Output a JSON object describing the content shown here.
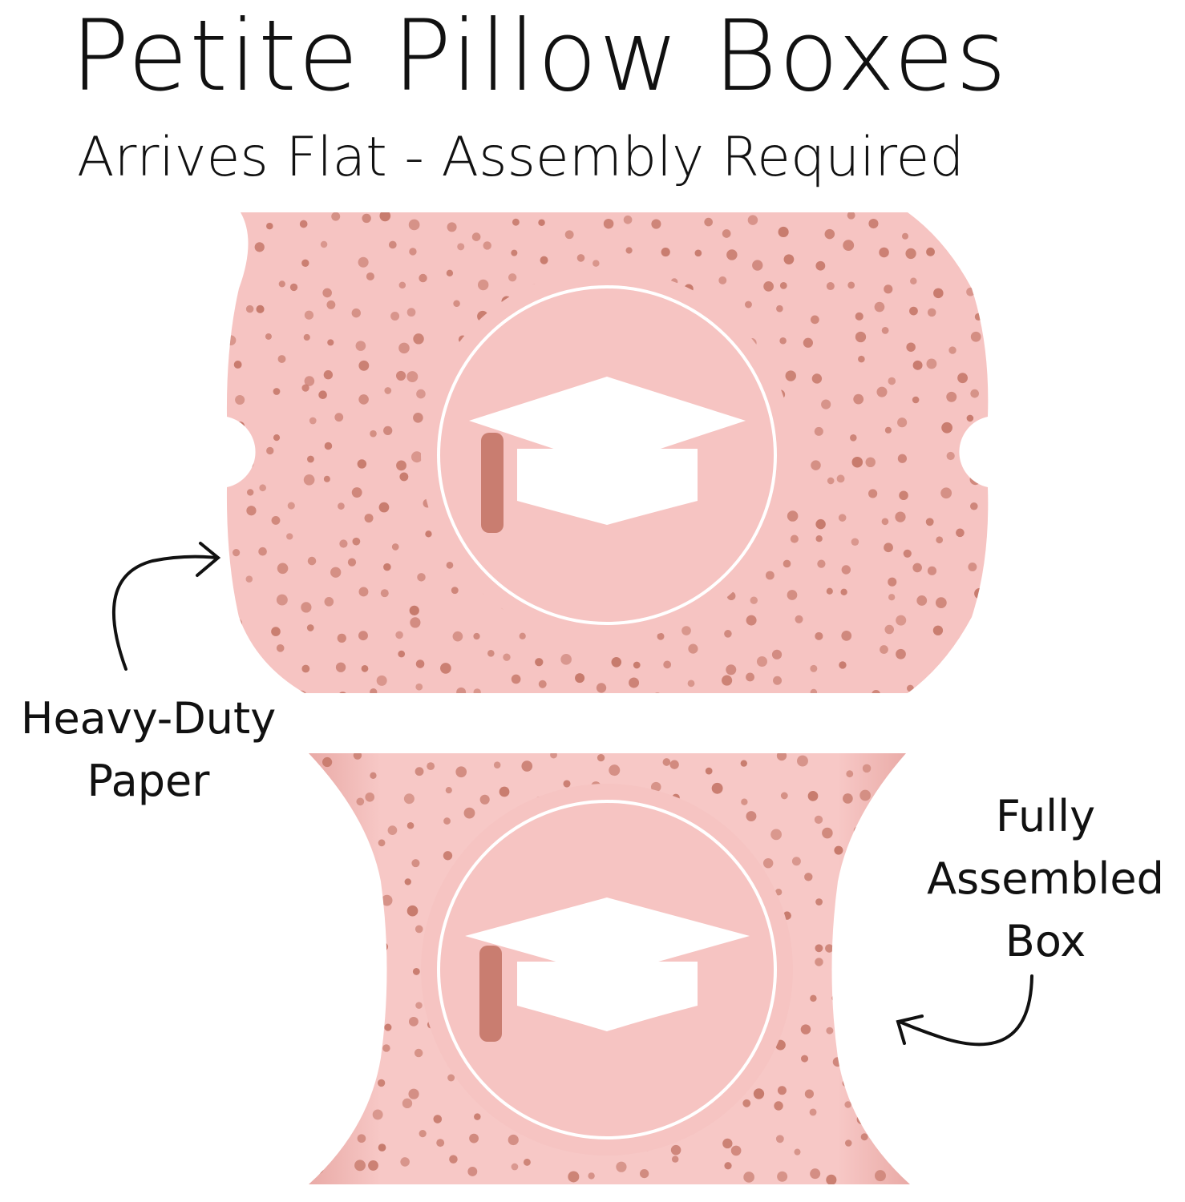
{
  "header": {
    "title": "Petite Pillow Boxes",
    "subtitle": "Arrives Flat - Assembly Required"
  },
  "callouts": {
    "flat_line1": "Heavy-Duty",
    "flat_line2": "Paper",
    "assembled_line1": "Fully",
    "assembled_line2": "Assembled",
    "assembled_line3": "Box"
  },
  "colors": {
    "box_pink": "#f6c4c2",
    "box_shade": "#eeb5b2",
    "dot": "#c77a6c",
    "ink": "#111111"
  }
}
